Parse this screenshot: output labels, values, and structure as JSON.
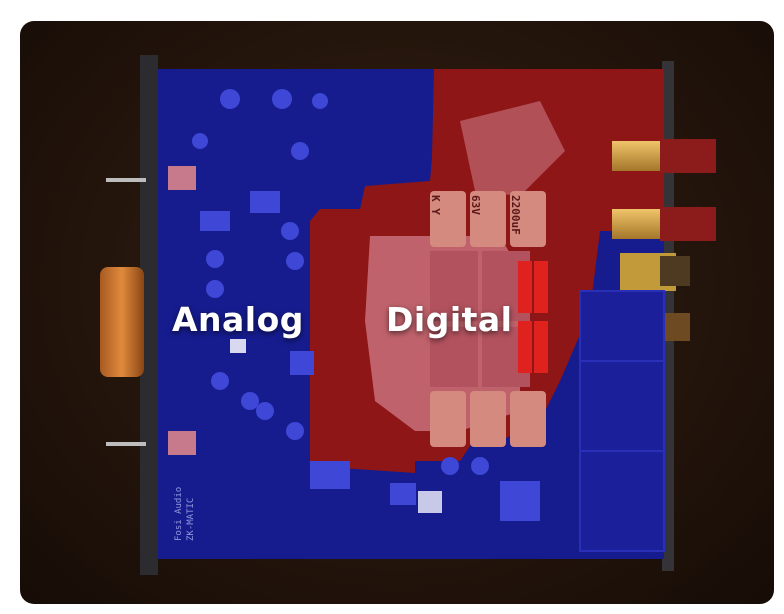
{
  "image": {
    "subject": "audio DAC/amplifier circuit board top view",
    "regions": [
      {
        "name": "analog",
        "label": "Analog",
        "overlay_color": "#1a1fa0"
      },
      {
        "name": "digital",
        "label": "Digital",
        "overlay_color": "#a01818"
      }
    ],
    "silkscreen": {
      "brand": "Fosi Audio",
      "model": "ZK-MATIC"
    },
    "capacitor_markings": [
      "K Y",
      "63V",
      "2200uF"
    ]
  }
}
